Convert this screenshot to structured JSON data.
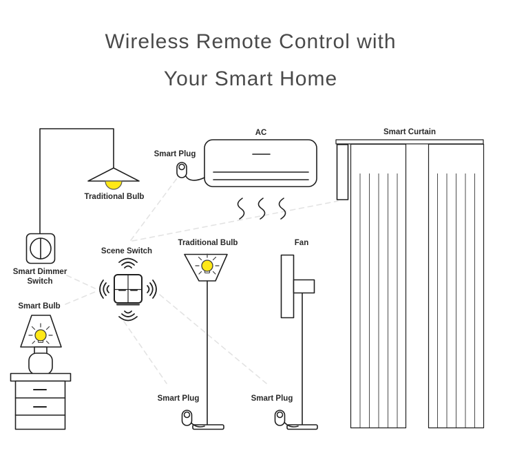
{
  "title": {
    "line1": "Wireless Remote Control with",
    "line2": "Your Smart Home"
  },
  "devices": {
    "hanging_bulb": {
      "label": "Traditional Bulb"
    },
    "smart_plug_ac": {
      "label": "Smart Plug"
    },
    "ac": {
      "label": "AC"
    },
    "smart_curtain": {
      "label": "Smart Curtain"
    },
    "smart_dimmer_switch": {
      "label": "Smart Dimmer Switch"
    },
    "scene_switch": {
      "label": "Scene Switch"
    },
    "smart_bulb": {
      "label": "Smart Bulb"
    },
    "floor_bulb": {
      "label": "Traditional Bulb"
    },
    "fan": {
      "label": "Fan"
    },
    "smart_plug_lamp": {
      "label": "Smart Plug"
    },
    "smart_plug_fan": {
      "label": "Smart Plug"
    }
  },
  "connections": [
    {
      "from": "scene_switch",
      "to": "smart_plug_ac"
    },
    {
      "from": "scene_switch",
      "to": "smart_curtain"
    },
    {
      "from": "smart_dimmer_switch",
      "to": "scene_switch"
    },
    {
      "from": "smart_bulb",
      "to": "scene_switch"
    },
    {
      "from": "scene_switch",
      "to": "smart_plug_lamp"
    },
    {
      "from": "scene_switch",
      "to": "smart_plug_fan"
    }
  ],
  "icons": [
    "scene-switch-icon",
    "wireless-wave-icon",
    "smart-plug-icon",
    "bulb-icon",
    "dimmer-knob-icon",
    "ac-unit-icon",
    "curtain-icon",
    "fan-icon",
    "nightstand-icon",
    "floor-lamp-icon"
  ],
  "theme": {
    "line-color": "#1f1f1f",
    "dash-color": "#e3e3e3",
    "bulb-yellow": "#ffe817",
    "title-color": "#4a4a4a",
    "label-color": "#282828",
    "background": "#ffffff"
  }
}
